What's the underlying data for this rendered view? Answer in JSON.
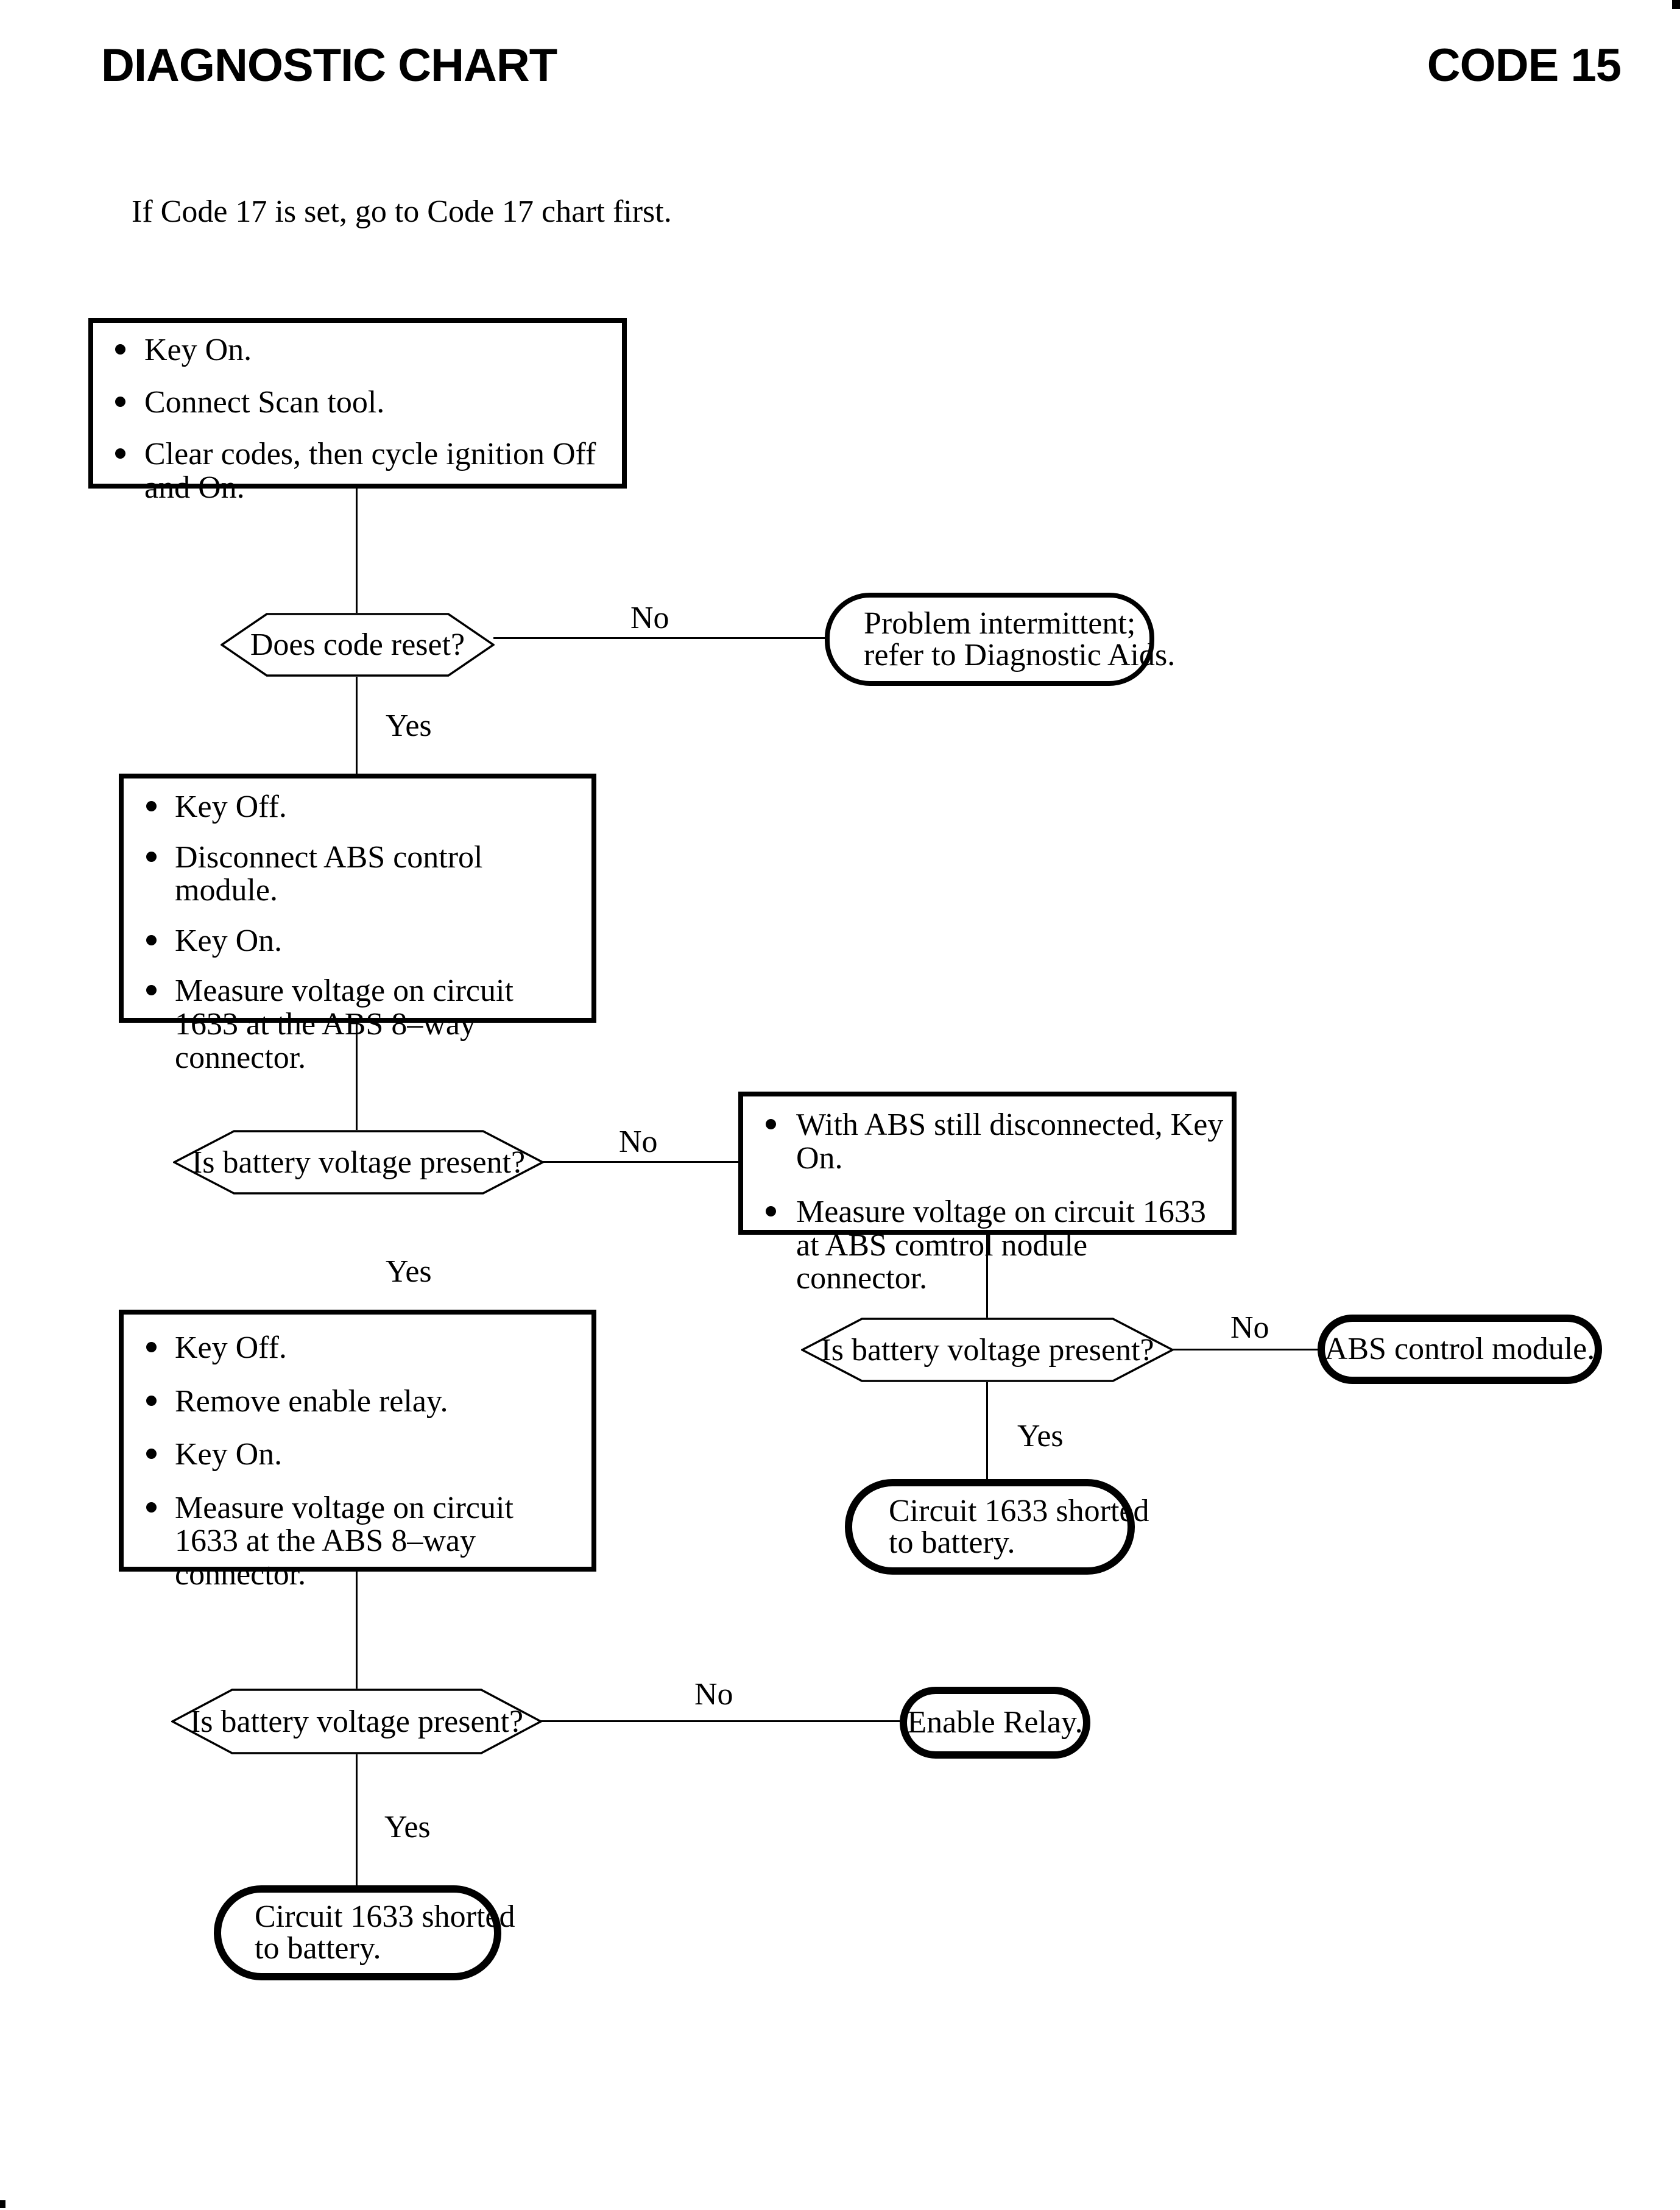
{
  "page": {
    "title_left": "DIAGNOSTIC CHART",
    "title_right": "CODE 15",
    "note": "If Code 17 is set, go to Code 17 chart first."
  },
  "labels": {
    "yes": "Yes",
    "no": "No"
  },
  "steps": {
    "s1": [
      "Key On.",
      "Connect Scan tool.",
      "Clear codes, then cycle ignition Off and On."
    ],
    "s2": [
      "Key Off.",
      "Disconnect ABS control module.",
      "Key On.",
      "Measure voltage on circuit 1633 at the ABS 8–way connector."
    ],
    "s3": [
      "Key Off.",
      "Remove enable relay.",
      "Key On.",
      "Measure voltage on circuit 1633 at the ABS 8–way connector."
    ],
    "s4": [
      "With ABS still disconnected, Key On.",
      "Measure voltage on circuit 1633 at ABS comtrol nodule connector."
    ]
  },
  "decisions": {
    "d1": "Does code reset?",
    "d2": "Is battery voltage present?",
    "d3": "Is battery voltage present?",
    "d4": "Is battery voltage present?"
  },
  "terminals": {
    "t1": [
      "Problem intermittent;",
      "refer to Diagnostic Aids."
    ],
    "t2": [
      "ABS control module."
    ],
    "t3": [
      "Circuit 1633 shorted",
      "to battery."
    ],
    "t4": [
      "Enable Relay."
    ],
    "t5": [
      "Circuit 1633 shorted",
      "to battery."
    ]
  }
}
